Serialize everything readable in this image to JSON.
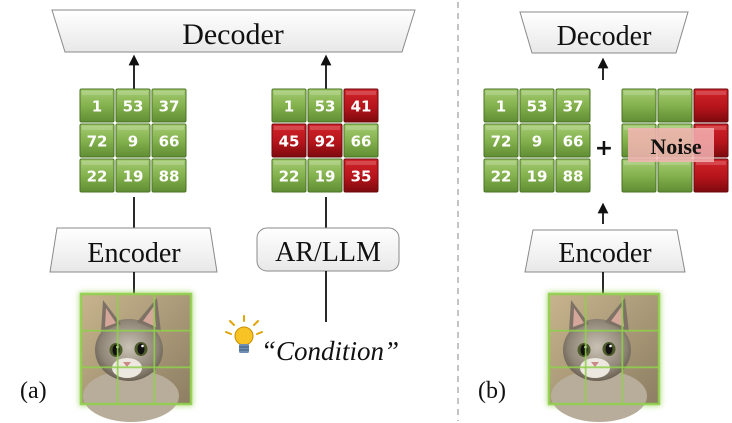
{
  "panel_a": {
    "label": "(a)",
    "decoder_left": "Decoder",
    "encoder": "Encoder",
    "ar_llm": "AR/LLM",
    "condition": "“Condition”",
    "grid_left": [
      "1",
      "53",
      "37",
      "72",
      "9",
      "66",
      "22",
      "19",
      "88"
    ],
    "grid_right": [
      "1",
      "53",
      "41",
      "45",
      "92",
      "66",
      "22",
      "19",
      "35"
    ],
    "grid_right_red": [
      false,
      false,
      true,
      true,
      true,
      false,
      false,
      false,
      true
    ]
  },
  "panel_b": {
    "label": "(b)",
    "decoder": "Decoder",
    "encoder": "Encoder",
    "plus": "+",
    "noise": "Noise",
    "grid": [
      "1",
      "53",
      "37",
      "72",
      "9",
      "66",
      "22",
      "19",
      "88"
    ],
    "noise_red": [
      false,
      false,
      true,
      false,
      false,
      true,
      false,
      false,
      true
    ]
  },
  "colors": {
    "token_green": "#7fae4a",
    "token_red": "#b3141b",
    "noise_pink": "#f2a7a7",
    "divider": "#b0b0b0"
  }
}
